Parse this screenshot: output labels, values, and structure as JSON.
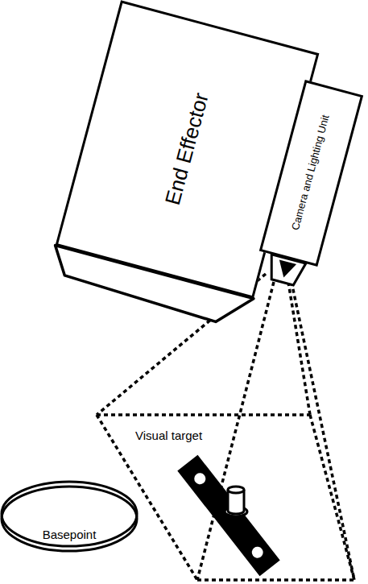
{
  "diagram": {
    "nodes": [
      {
        "text": [
          "End Effector"
        ]
      },
      {
        "text": [
          "Camera and Lighting Unit"
        ]
      },
      {
        "text": [
          "Basepoint"
        ]
      }
    ],
    "labels": [
      "Visual target"
    ]
  }
}
